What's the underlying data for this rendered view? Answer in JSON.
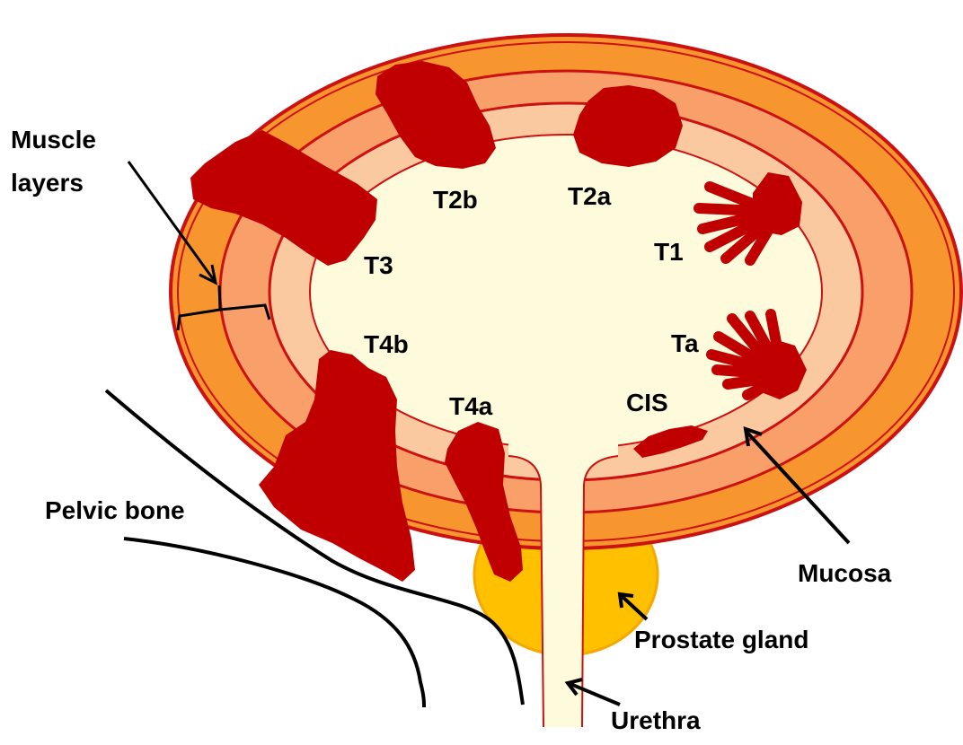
{
  "labels": {
    "muscle_line1": "Muscle",
    "muscle_line2": "layers",
    "pelvic_bone": "Pelvic bone",
    "mucosa": "Mucosa",
    "prostate": "Prostate gland",
    "urethra": "Urethra",
    "stages": {
      "t2b": "T2b",
      "t2a": "T2a",
      "t1": "T1",
      "t3": "T3",
      "t4b": "T4b",
      "ta": "Ta",
      "t4a": "T4a",
      "cis": "CIS"
    }
  },
  "colors": {
    "outer_wall": "#f7962f",
    "muscle_mid": "#f89f6a",
    "muscle_inner": "#fbc9a0",
    "lumen": "#fefbdc",
    "wall_line": "#cc1111",
    "tumor": "#c00000",
    "prostate": "#ffc000",
    "prostate_edge": "#f5a800"
  }
}
